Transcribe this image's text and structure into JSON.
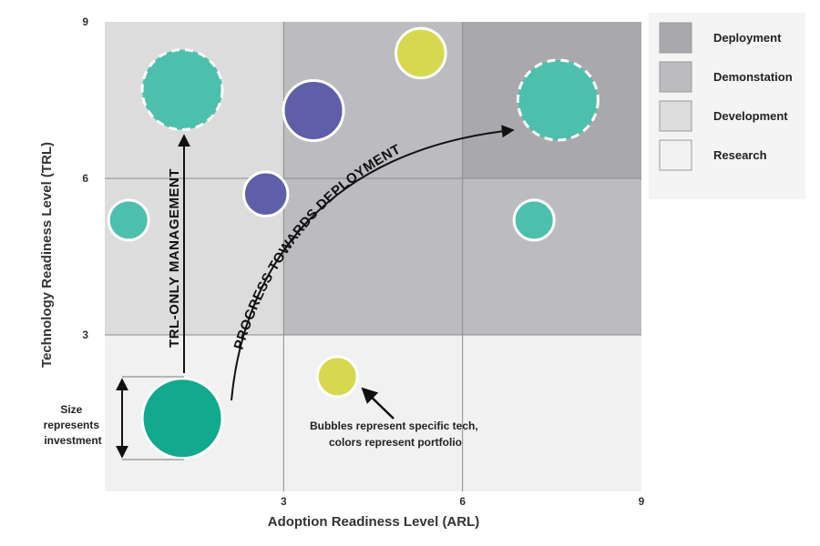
{
  "chart_data": {
    "type": "scatter",
    "title": "",
    "xlabel": "Adoption Readiness Level (ARL)",
    "ylabel": "Technology Readiness Level (TRL)",
    "xlim": [
      0,
      9
    ],
    "ylim": [
      0,
      9
    ],
    "xticks": [
      "3",
      "6",
      "9"
    ],
    "yticks": [
      "3",
      "6",
      "9"
    ],
    "grid": true,
    "legend_position": "right",
    "zones": [
      {
        "name": "Deployment",
        "color": "#a9a9ad",
        "x": [
          6,
          9
        ],
        "y": [
          6,
          9
        ]
      },
      {
        "name": "Demonstation",
        "color": "#bcbcc0",
        "x": [
          3,
          9
        ],
        "y": [
          3,
          6
        ]
      },
      {
        "name": "Demonstation",
        "color": "#bcbcc0",
        "x": [
          3,
          6
        ],
        "y": [
          6,
          9
        ]
      },
      {
        "name": "Development",
        "color": "#dcdcdd",
        "x": [
          0,
          3
        ],
        "y": [
          3,
          9
        ]
      },
      {
        "name": "Research",
        "color": "#f1f1f1",
        "x": [
          0,
          9
        ],
        "y": [
          0,
          3
        ]
      }
    ],
    "legend": [
      {
        "label": "Deployment",
        "color": "#a9a9ad"
      },
      {
        "label": "Demonstation",
        "color": "#bcbcc0"
      },
      {
        "label": "Development",
        "color": "#dcdcdd"
      },
      {
        "label": "Research",
        "color": "#f1f1f1"
      }
    ],
    "bubbles": [
      {
        "x": 1.3,
        "y": 1.4,
        "size": 1.0,
        "color": "#12a98e",
        "dashed": false
      },
      {
        "x": 1.3,
        "y": 7.7,
        "size": 1.0,
        "color": "#4cc0ac",
        "dashed": true
      },
      {
        "x": 7.6,
        "y": 7.5,
        "size": 1.0,
        "color": "#4cc0ac",
        "dashed": true
      },
      {
        "x": 0.4,
        "y": 5.2,
        "size": 0.5,
        "color": "#4cc0ac",
        "dashed": false
      },
      {
        "x": 7.2,
        "y": 5.2,
        "size": 0.5,
        "color": "#4cc0ac",
        "dashed": false
      },
      {
        "x": 2.7,
        "y": 5.7,
        "size": 0.55,
        "color": "#5e5fa8",
        "dashed": false
      },
      {
        "x": 3.5,
        "y": 7.3,
        "size": 0.75,
        "color": "#5e5fa8",
        "dashed": false
      },
      {
        "x": 5.3,
        "y": 8.4,
        "size": 0.62,
        "color": "#d6d94f",
        "dashed": false
      },
      {
        "x": 3.9,
        "y": 2.2,
        "size": 0.5,
        "color": "#d6d94f",
        "dashed": false
      }
    ],
    "annotations": {
      "trl_only": "TRL-ONLY MANAGEMENT",
      "progress": "PROGRESS TOWARDS DEPLOYMENT",
      "size_note": [
        "Size",
        "represents",
        "investment"
      ],
      "bubble_note": [
        "Bubbles represent specific tech,",
        "colors represent portfolio"
      ]
    }
  }
}
